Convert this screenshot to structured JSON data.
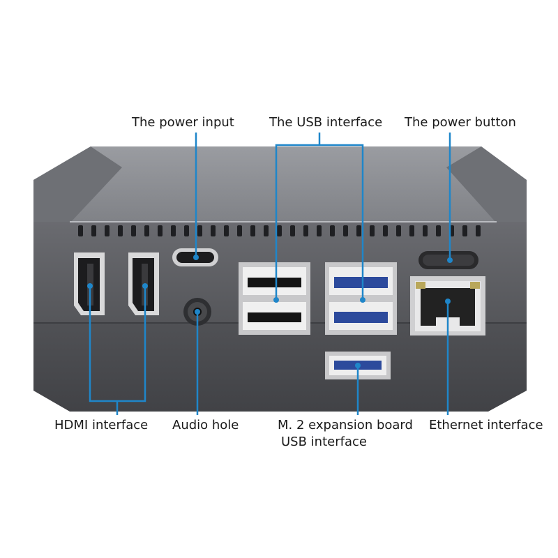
{
  "labels": {
    "power_input": "The power input",
    "usb_interface": "The USB interface",
    "power_button": "The power button",
    "hdmi_interface": "HDMI interface",
    "audio_hole": "Audio hole",
    "m2_line1": "M. 2 expansion board",
    "m2_line2": "USB interface",
    "ethernet_interface": "Ethernet interface"
  },
  "colors": {
    "callout": "#1f86c9",
    "case_top": "#8d8f94",
    "case_body": "#56575b",
    "case_bottom": "#4a4b4f",
    "usb3_blue": "#2c4a9c"
  }
}
